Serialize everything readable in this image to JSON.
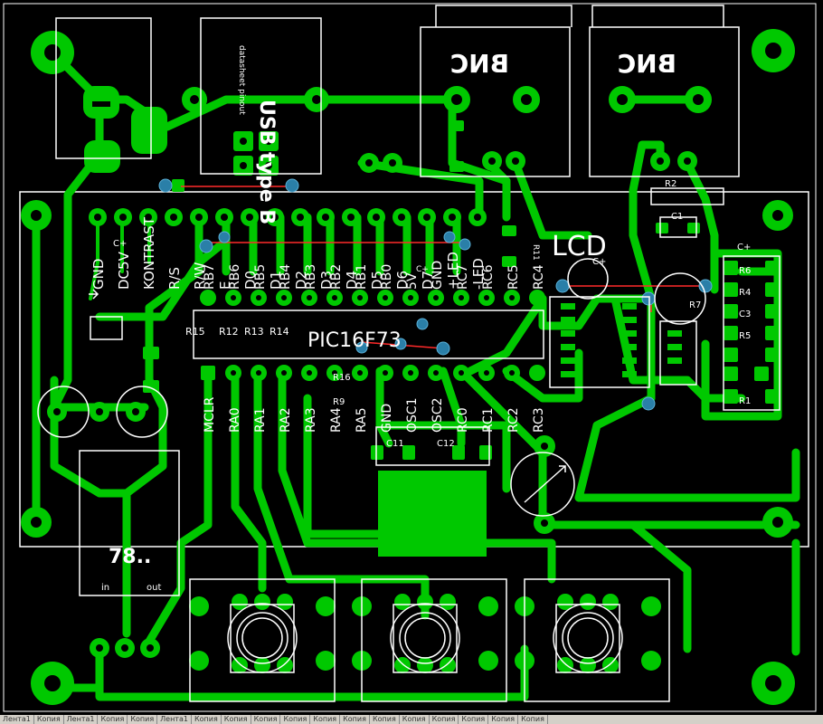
{
  "board": {
    "connectors": {
      "usb": "USB type B",
      "usb_pins": "datasheet\npinout",
      "bnc_left": "BNC",
      "bnc_right": "BNC"
    },
    "lcd_label": "LCD",
    "mcu_label": "PIC16F73",
    "regulator": {
      "label": "78..",
      "pin_in": "in",
      "pin_out": "out"
    },
    "lcd_pins": [
      "GND",
      "DC5V",
      "KONTRAST",
      "R/S",
      "R/W",
      "E",
      "D0",
      "D1",
      "D2",
      "D3",
      "D4",
      "D5",
      "D6",
      "D7",
      "+LED",
      "-LED"
    ],
    "mcu_top_pins": [
      "RB7",
      "RB6",
      "RB5",
      "RB4",
      "RB3",
      "RB2",
      "RB1",
      "RB0",
      "5V",
      "GND",
      "RC7",
      "RC6",
      "RC5",
      "RC4"
    ],
    "mcu_bottom_pins": [
      "MCLR",
      "RA0",
      "RA1",
      "RA2",
      "RA3",
      "RA4",
      "RA5",
      "GND",
      "OSC1",
      "OSC2",
      "RC0",
      "RC1",
      "RC2",
      "RC3"
    ],
    "components": [
      "R2",
      "C1",
      "C+",
      "R6",
      "R4",
      "C3",
      "R5",
      "R1",
      "R7",
      "C+",
      "R11",
      "R13",
      "R12",
      "R14",
      "R15",
      "R16",
      "R9",
      "C11",
      "C12",
      "C+",
      "C+"
    ]
  },
  "status_bar": [
    "Лента1",
    "Копия",
    "Лента1",
    "Копия",
    "Копия",
    "Лента1",
    "Копия",
    "Копия",
    "Копия",
    "Копия",
    "Копия",
    "Копия",
    "Копия",
    "Копия",
    "Копия",
    "Копия",
    "Копия",
    "Копия"
  ],
  "colors": {
    "copper": "#00c800",
    "background": "#000000",
    "silkscreen": "#ffffff",
    "via": "#2a7fa8",
    "ratsnest": "#ff0000"
  }
}
